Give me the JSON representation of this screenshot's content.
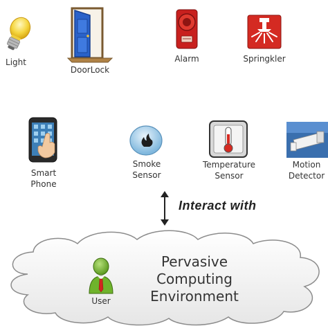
{
  "devices_top": [
    {
      "label": "Light",
      "icon": "light-bulb-icon"
    },
    {
      "label": "DoorLock",
      "icon": "door-icon"
    },
    {
      "label": "Alarm",
      "icon": "alarm-bell-icon"
    },
    {
      "label": "Springkler",
      "icon": "sprinkler-icon"
    }
  ],
  "devices_mid": [
    {
      "label_line1": "Smart",
      "label_line2": "Phone",
      "icon": "smartphone-icon"
    },
    {
      "label_line1": "Smoke",
      "label_line2": "Sensor",
      "icon": "smoke-sensor-icon"
    },
    {
      "label_line1": "Temperature",
      "label_line2": "Sensor",
      "icon": "thermometer-icon"
    },
    {
      "label_line1": "Motion",
      "label_line2": "Detector",
      "icon": "camera-icon"
    }
  ],
  "interaction": {
    "label": "Interact with"
  },
  "environment": {
    "line1": "Pervasive",
    "line2": "Computing",
    "line3": "Environment",
    "user_label": "User"
  },
  "colors": {
    "alarm_red": "#c8201e",
    "door_blue": "#2a62c9",
    "user_green": "#6fb32c",
    "tie_red": "#d1251f"
  }
}
